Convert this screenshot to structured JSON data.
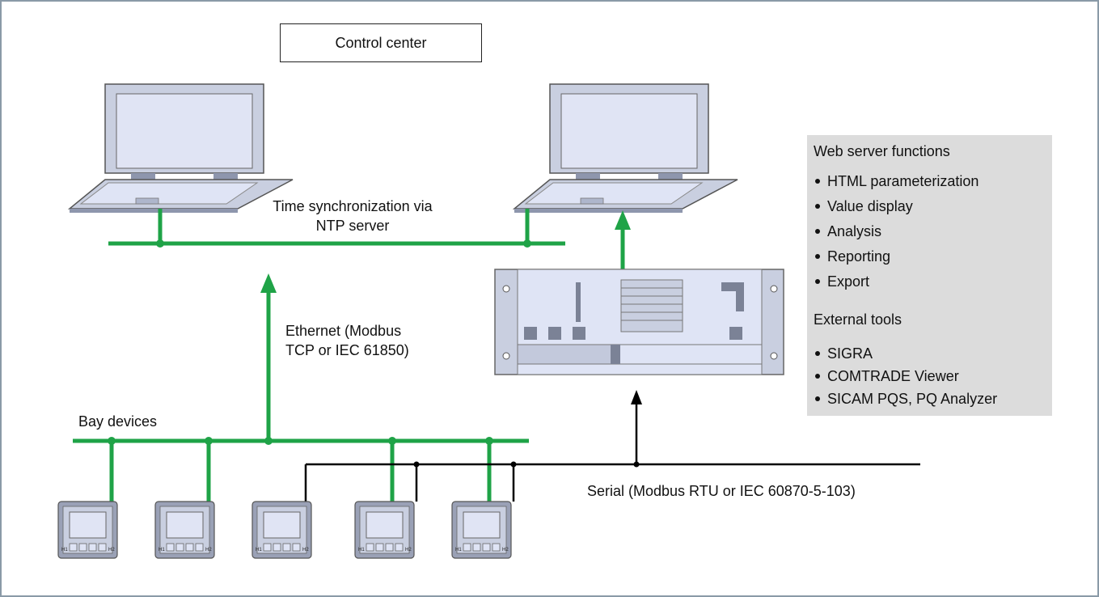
{
  "title": "Control center",
  "labels": {
    "time_sync_line1": "Time synchronization via",
    "time_sync_line2": "NTP server",
    "ethernet_line1": "Ethernet (Modbus",
    "ethernet_line2": "TCP or IEC 61850)",
    "bay_devices": "Bay devices",
    "serial": "Serial (Modbus RTU or IEC 60870-5-103)"
  },
  "panel": {
    "web_heading": "Web server functions",
    "web_items": [
      "HTML parameterization",
      "Value display",
      "Analysis",
      "Reporting",
      "Export"
    ],
    "tools_heading": "External tools",
    "tools_items": [
      "SIGRA",
      "COMTRADE Viewer",
      "SICAM PQS, PQ Analyzer"
    ]
  },
  "device_labels": {
    "left": "H1",
    "right": "H2"
  },
  "colors": {
    "ethernet": "#1fa347",
    "serial": "#000000",
    "device_body": "#c9cfe0",
    "device_screen": "#dfe4f5",
    "panel_bg": "#dcdcdc",
    "frame": "#8a9aa7"
  }
}
